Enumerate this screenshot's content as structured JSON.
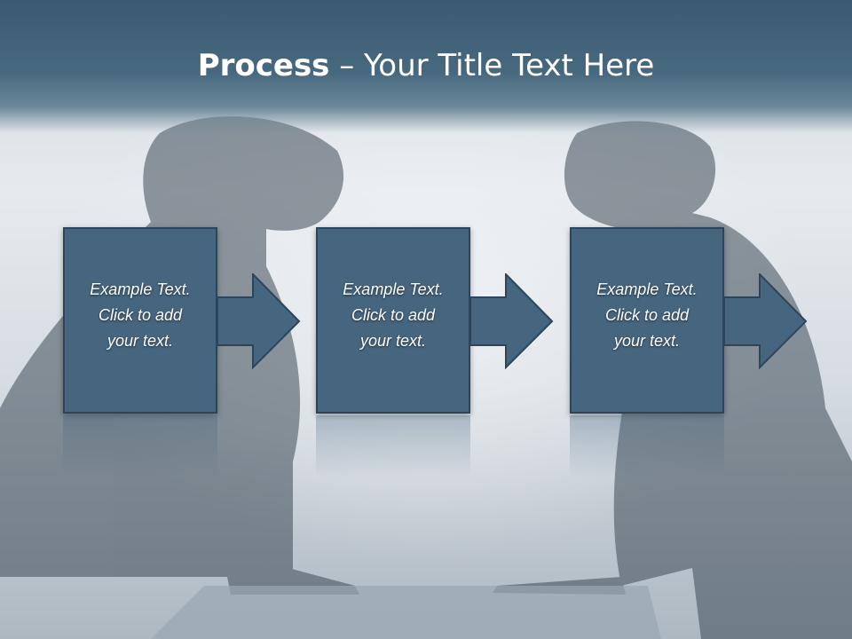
{
  "slide": {
    "title_bold": "Process",
    "title_rest": " – Your Title Text Here"
  },
  "steps": [
    {
      "line1": "Example Text.",
      "line2": "Click  to add",
      "line3": "your text."
    },
    {
      "line1": "Example Text.",
      "line2": "Click  to add",
      "line3": "your text."
    },
    {
      "line1": "Example Text.",
      "line2": "Click  to add",
      "line3": "your text."
    }
  ],
  "colors": {
    "header": "#47697f",
    "box_fill": "#46657e",
    "box_border": "#2d455a",
    "text": "#ffffff"
  },
  "icons": {
    "arrow": "right-arrow-icon"
  },
  "background": {
    "image": "two businesswomen facing each other across a table"
  }
}
